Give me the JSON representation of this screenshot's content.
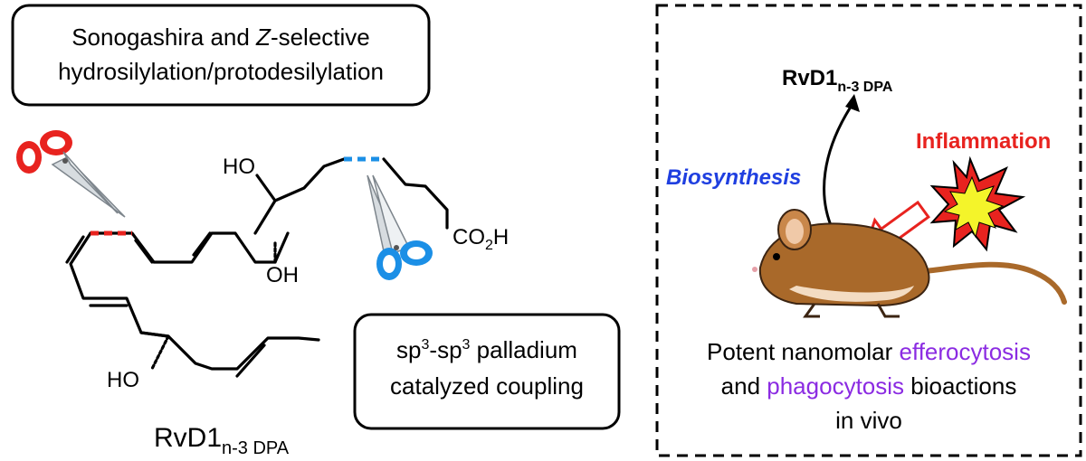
{
  "strategy_box_top": {
    "line1_pre": "Sonogashira and ",
    "line1_italic": "Z",
    "line1_post": "-selective",
    "line2": "hydrosilylation/protodesilylation"
  },
  "strategy_box_bottom": {
    "line1_a": "sp",
    "line1_sup1": "3",
    "line1_b": "-sp",
    "line1_sup2": "3",
    "line1_c": " palladium",
    "line2": "catalyzed coupling"
  },
  "molecule": {
    "name_main": "RvD1",
    "name_sub": "n-3 DPA",
    "labels": {
      "ho_top": "HO",
      "oh_mid": "OH",
      "ho_bottom": "HO",
      "acid_co": "CO",
      "acid_sub": "2",
      "acid_h": "H"
    }
  },
  "panel": {
    "product_main": "RvD1",
    "product_sub": "n-3 DPA",
    "biosynthesis": "Biosynthesis",
    "inflammation": "Inflammation",
    "caption_line1_a": "Potent nanomolar ",
    "caption_line1_b": "efferocytosis",
    "caption_line2_a": "and ",
    "caption_line2_b": "phagocytosis",
    "caption_line2_c": " bioactions",
    "caption_line3": "in vivo"
  },
  "colors": {
    "cut_red": "#e8231f",
    "cut_blue": "#1b8fe6",
    "biosynthesis_blue": "#1f3fe0",
    "inflammation_red": "#e8231f",
    "bioaction_purple": "#8b2be2",
    "mouse_brown": "#a9692a",
    "mouse_belly": "#f3dcc3"
  }
}
